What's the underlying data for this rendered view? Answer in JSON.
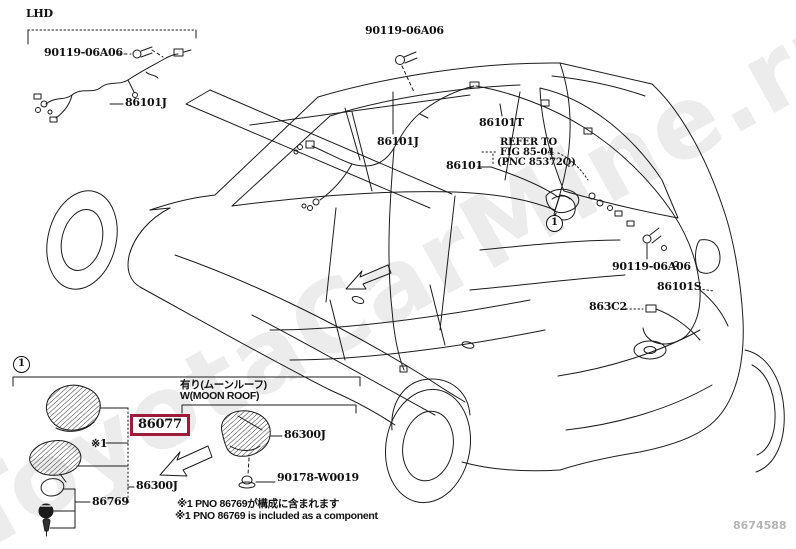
{
  "watermark": {
    "text": "ToyotaCarMine.ru",
    "color": "#ececec",
    "figure_code": "8674588"
  },
  "inset": {
    "title": "LHD",
    "bolt": "90119-06A06",
    "harness": "86101J"
  },
  "car": {
    "bolt_top": "90119-06A06",
    "roof_harness": "86101J",
    "quarter_harness": "86101T",
    "refer_line1": "REFER TO",
    "refer_line2": "FIG 85-04",
    "refer_line3": "(PNC 85372Q)",
    "main_harness": "86101",
    "callout": "1",
    "bolt_right": "90119-06A06",
    "back_door_harness": "86101S",
    "clamp": "863C2"
  },
  "section": {
    "callout": "1",
    "highlighted_part": "86077",
    "highlight_color": "#9e1b3c",
    "ref_mark": "※1",
    "map_lamp_assy": "86300J",
    "bulb_kit": "86769",
    "moonroof_note_jp": "有り(ムーンルーフ)",
    "moonroof_note_en": "W(MOON ROOF)",
    "moonroof_lamp": "86300J",
    "nut": "90178-W0019",
    "footnote_jp": "※1 PNO 86769が構成に含まれます",
    "footnote_en": "※1 PNO 86769 is included as a component"
  }
}
